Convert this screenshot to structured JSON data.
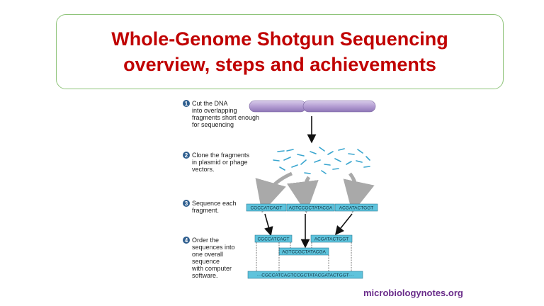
{
  "title": {
    "line1": "Whole-Genome Shotgun Sequencing",
    "line2": "overview, steps and achievements"
  },
  "steps": [
    {
      "number": "1",
      "lines": [
        "Cut the DNA",
        "into overlapping",
        "fragments short enough",
        "for sequencing"
      ]
    },
    {
      "number": "2",
      "lines": [
        "Clone the fragments",
        "in plasmid or phage",
        "vectors."
      ]
    },
    {
      "number": "3",
      "lines": [
        "Sequence each",
        "fragment."
      ]
    },
    {
      "number": "4",
      "lines": [
        "Order the",
        "sequences into",
        "one overall",
        "sequence",
        "with computer",
        "software."
      ]
    }
  ],
  "sequences": {
    "fragment1": "CGCCATCAGT",
    "fragment2": "AGTCCGCTATACGA",
    "fragment3": "ACGATACTGGT",
    "final": "···CGCCATCAGTCCGCTATACGATACTGGT···"
  },
  "credit": "microbiologynotes.org",
  "colors": {
    "title": "#c00000",
    "border": "#8fc47a",
    "sequence_box": "#5ec3dc",
    "fragments": "#3aa6cf",
    "chromosome": "#b9a5d6",
    "credit": "#6a2c8a"
  }
}
